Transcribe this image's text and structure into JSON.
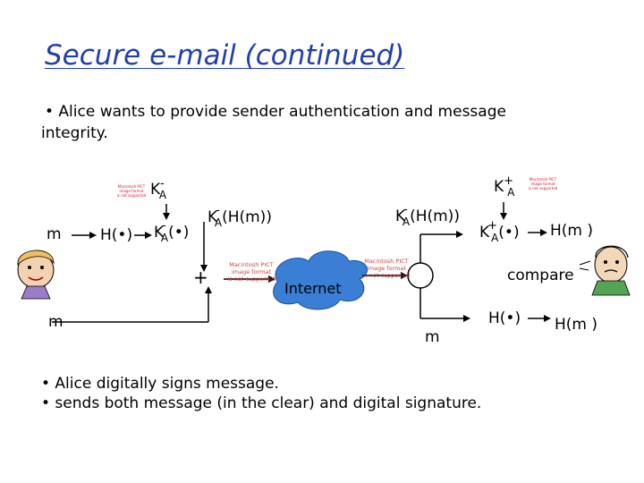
{
  "title": "Secure e-mail (continued)",
  "intro_line1": "• Alice wants to provide sender authentication and message",
  "intro_line2": "integrity.",
  "sender": {
    "key": "K",
    "key_sup": "-",
    "key_sub": "A",
    "m_in": "m",
    "hash_box": "H(•)",
    "sign_box": "K",
    "sign_sup": "-",
    "sign_sub": "A",
    "sign_arg": "(•)",
    "signed_pre": "K",
    "signed_sup": "-",
    "signed_sub": "A",
    "signed_arg": "(H(m))",
    "plus": "+",
    "m_bottom": "m"
  },
  "internet_label": "Internet",
  "receiver": {
    "signed_pre": "K",
    "signed_sup": "-",
    "signed_sub": "A",
    "signed_arg": "(H(m))",
    "key": "K",
    "key_sup": "+",
    "key_sub": "A",
    "verify_box": "K",
    "verify_sup": "+",
    "verify_sub": "A",
    "verify_arg": "(•)",
    "hm_top": "H(m )",
    "compare": "compare",
    "m_bottom": "m",
    "hash_box": "H(•)",
    "hm_bottom": "H(m )"
  },
  "placeholder": {
    "line1": "Macintosh PICT",
    "line2": "image format",
    "line3": "is not supported"
  },
  "footer_line1": "• Alice digitally signs message.",
  "footer_line2": "• sends both message (in the clear) and digital signature.",
  "colors": {
    "title": "#1f3fae",
    "cloud": "#3a7fd5",
    "placeholder_text": "#cc2233"
  }
}
